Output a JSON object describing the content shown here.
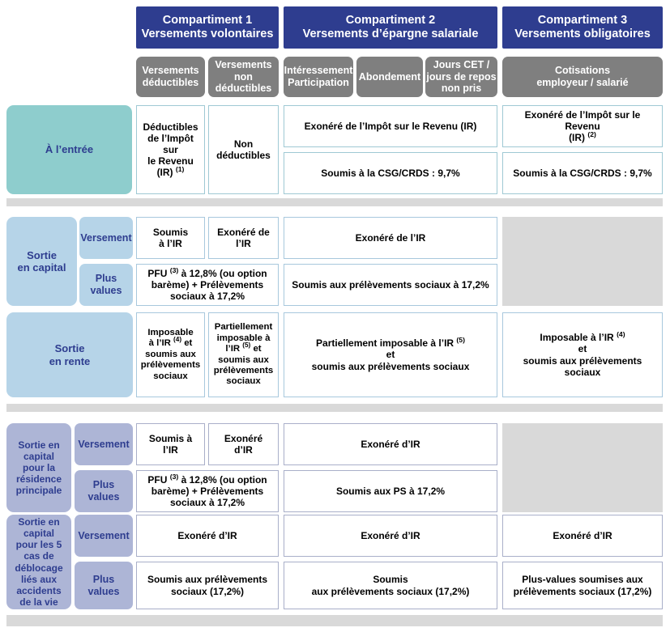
{
  "header": {
    "compartments": [
      {
        "line1": "Compartiment 1",
        "line2": "Versements volontaires"
      },
      {
        "line1": "Compartiment 2",
        "line2": "Versements d’épargne salariale"
      },
      {
        "line1": "Compartiment 3",
        "line2": "Versements obligatoires"
      }
    ],
    "subcategories": [
      {
        "line1": "Versements",
        "line2": "déductibles",
        "line3": ""
      },
      {
        "line1": "Versements",
        "line2": "non",
        "line3": "déductibles"
      },
      {
        "line1": "Intéressement",
        "line2": "Participation",
        "line3": ""
      },
      {
        "line1": "Abondement",
        "line2": "",
        "line3": ""
      },
      {
        "line1": "Jours CET /",
        "line2": "jours de repos",
        "line3": "non pris"
      },
      {
        "line1": "Cotisations",
        "line2": "employeur / salarié",
        "line3": ""
      }
    ]
  },
  "rows": {
    "entree": {
      "label": "À l’entrée",
      "c1_deductibles": "Déductibles de l’Impôt sur le Revenu (IR) (1)",
      "c1_non_deductibles": "Non déductibles",
      "c2_ir": "Exonéré de l’Impôt sur le Revenu (IR)",
      "c2_csg": "Soumis à la CSG/CRDS : 9,7%",
      "c3_ir": "Exonéré de l’Impôt sur le Revenu (IR) (2)",
      "c3_csg": "Soumis à la CSG/CRDS : 9,7%"
    },
    "sortie_capital": {
      "label_line1": "Sortie",
      "label_line2": "en capital",
      "sub_versement": "Versement",
      "sub_plus_values_line1": "Plus",
      "sub_plus_values_line2": "values",
      "vers_c1a": "Soumis à l’IR",
      "vers_c1b": "Exonéré de l’IR",
      "vers_c2": "Exonéré de l’IR",
      "pv_c1": "PFU (3) à 12,8% (ou option barème) + Prélèvements sociaux à 17,2%",
      "pv_c2": "Soumis aux prélèvements sociaux à 17,2%",
      "c3_empty": ""
    },
    "sortie_rente": {
      "label_line1": "Sortie",
      "label_line2": "en rente",
      "c1a": "Imposable à l’IR (4) et soumis aux prélèvements sociaux",
      "c1b": "Partiellement imposable à l’IR (5) et soumis aux prélèvements sociaux",
      "c2": "Partiellement imposable à l’IR (5) et soumis aux prélèvements sociaux",
      "c3": "Imposable à l’IR (4) et soumis aux prélèvements sociaux"
    },
    "sortie_capital_rp": {
      "label": "Sortie en capital pour la résidence principale",
      "sub_versement": "Versement",
      "sub_plus_values_line1": "Plus",
      "sub_plus_values_line2": "values",
      "vers_c1a": "Soumis à l’IR",
      "vers_c1b": "Exonéré d’IR",
      "vers_c2": "Exonéré d’IR",
      "pv_c1": "PFU (3) à 12,8% (ou option barème) + Prélèvements sociaux à 17,2%",
      "pv_c2": "Soumis aux PS à 17,2%",
      "c3_empty": ""
    },
    "sortie_capital_accidents": {
      "label": "Sortie en capital pour les 5 cas de déblocage liés aux accidents de la vie",
      "sub_versement": "Versement",
      "sub_plus_values_line1": "Plus",
      "sub_plus_values_line2": "values",
      "vers_c1": "Exonéré d’IR",
      "vers_c2": "Exonéré d’IR",
      "vers_c3": "Exonéré d’IR",
      "pv_c1": "Soumis aux prélèvements sociaux (17,2%)",
      "pv_c2": "Soumis aux prélèvements sociaux (17,2%)",
      "pv_c3": "Plus-values soumises aux prélèvements sociaux (17,2%)"
    }
  },
  "colors": {
    "compartment_header": "#2e3d8f",
    "subcategory_header": "#7f7f7f",
    "label_teal": "#8ecdcd",
    "label_blue": "#b6d4e8",
    "label_periwinkle": "#adb5d6",
    "separator_grey": "#d9d9d9",
    "text_blue": "#2e3d8f"
  }
}
